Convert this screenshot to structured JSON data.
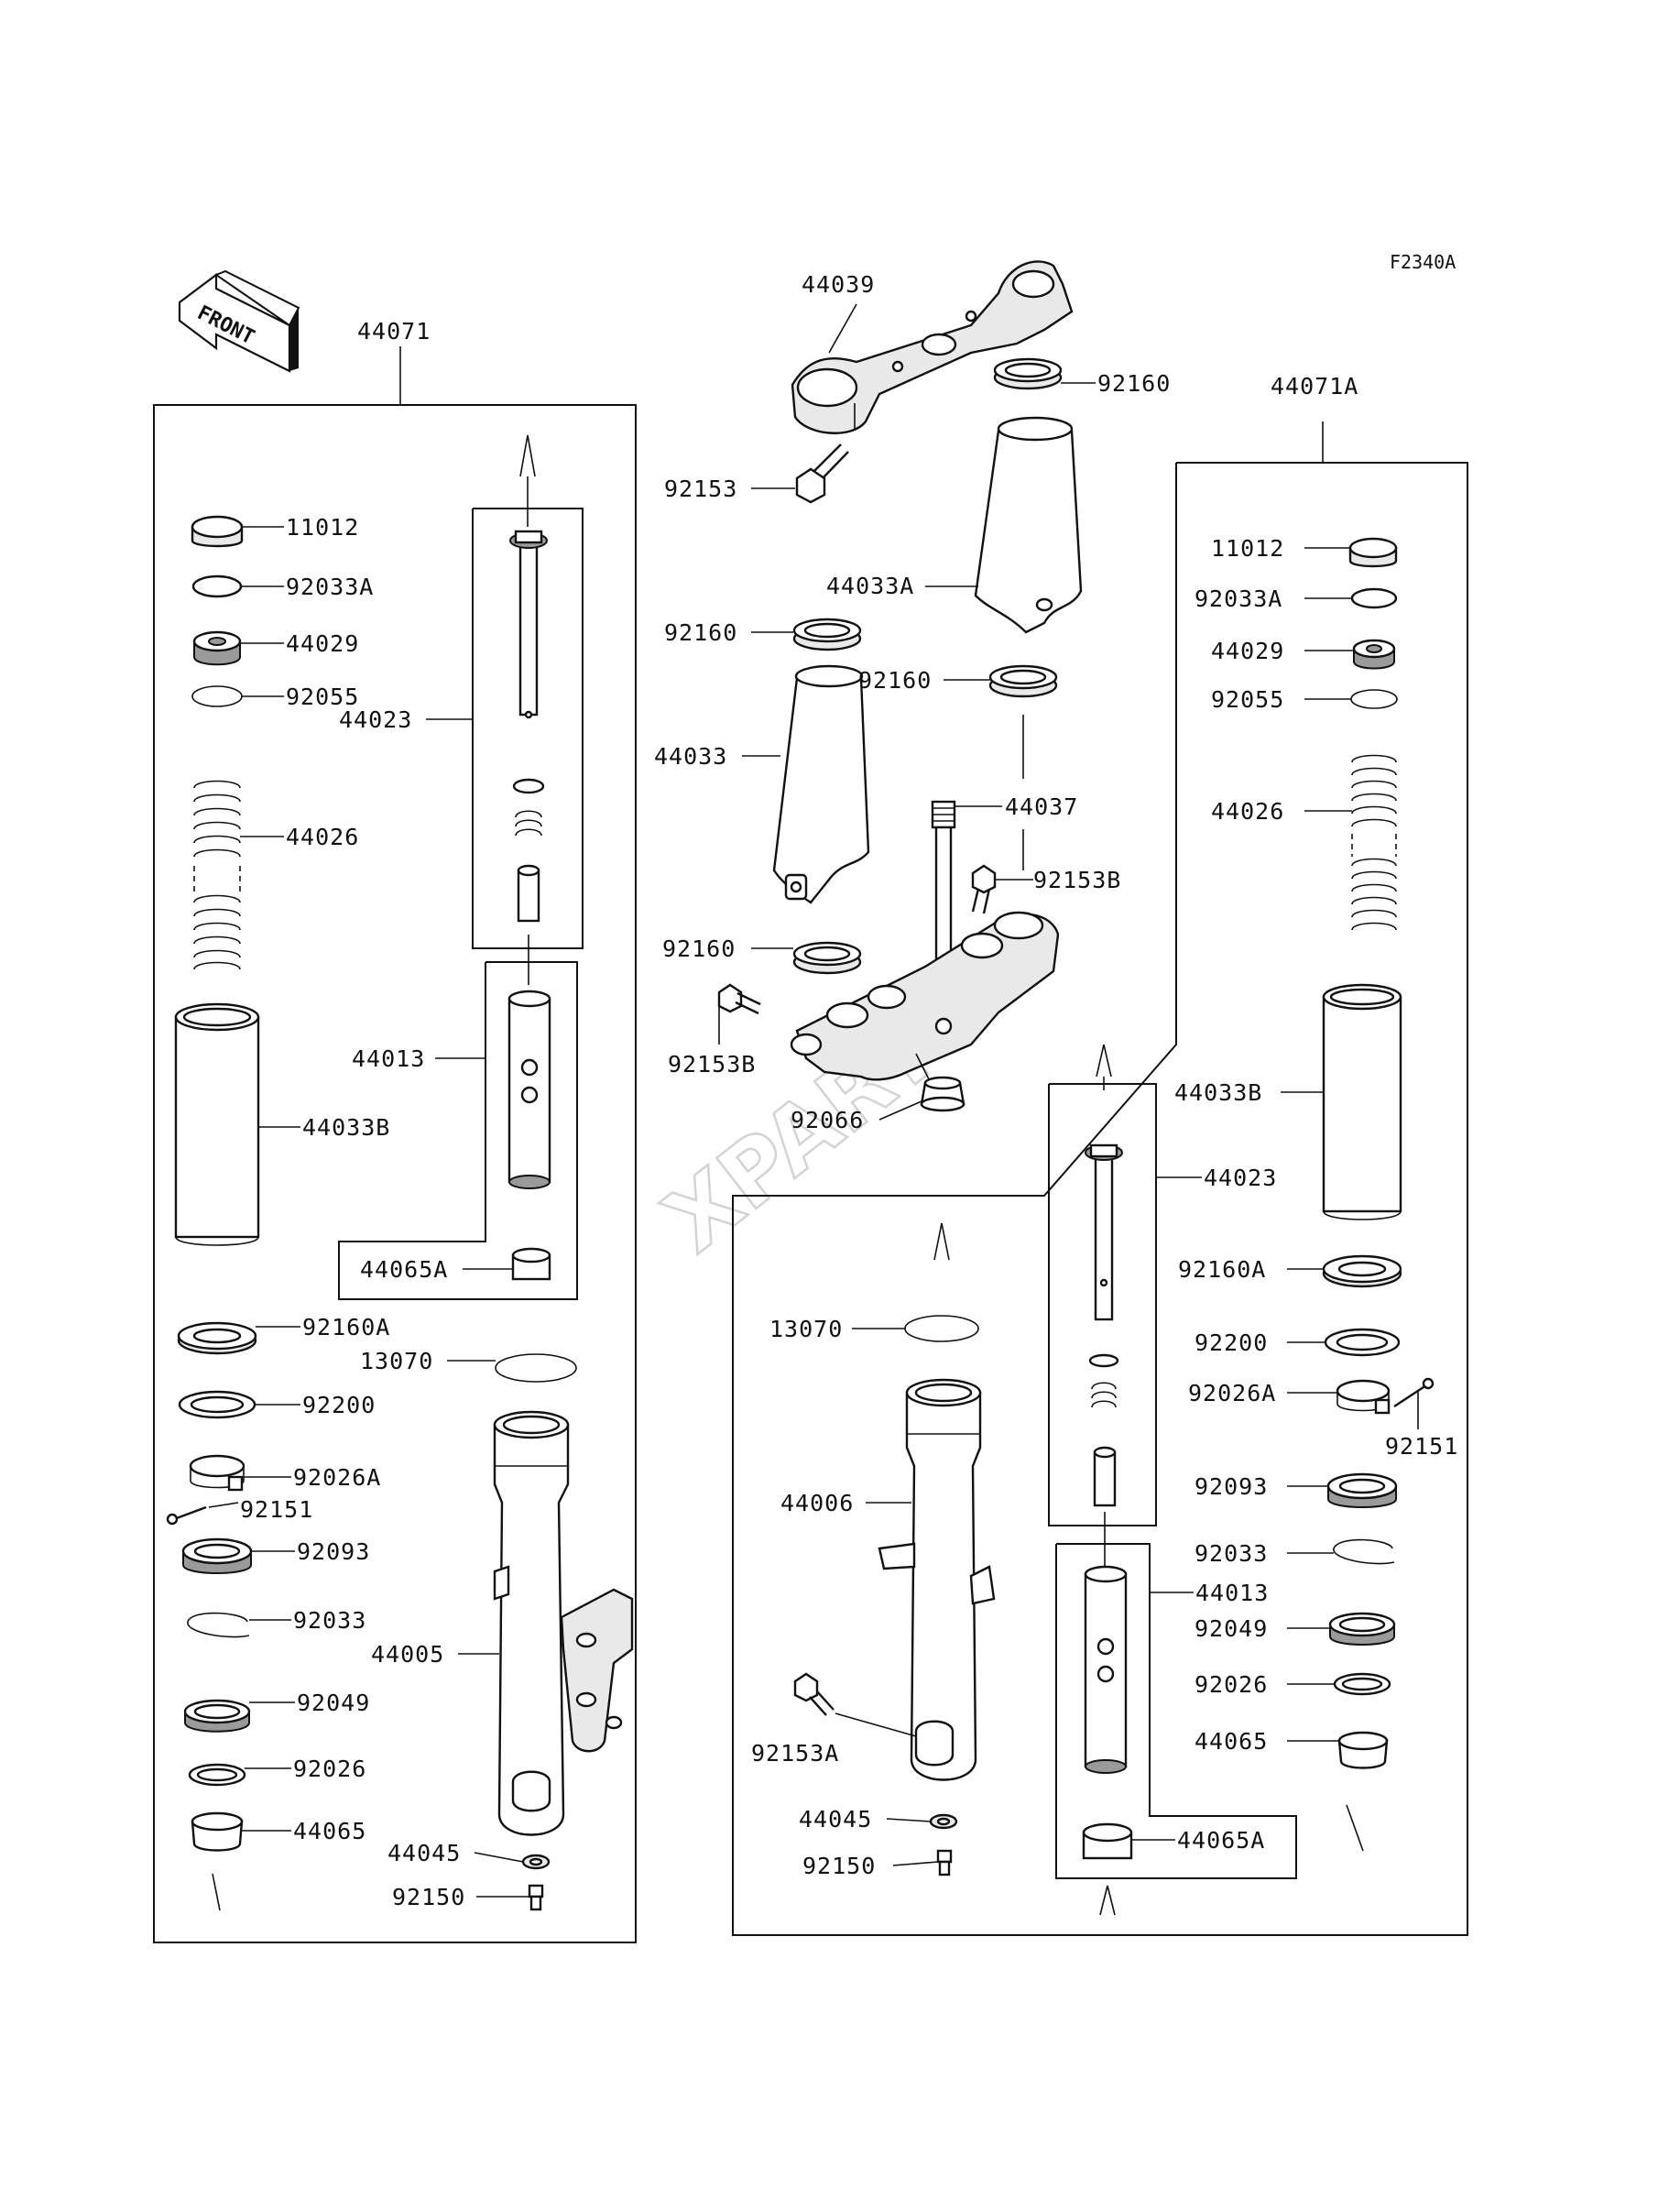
{
  "figure_code": "F2340A",
  "front_label": "FRONT",
  "watermark": "XPARTS",
  "labels": {
    "l44071": "44071",
    "l44071A": "44071A",
    "l44039": "44039",
    "l92160_a": "92160",
    "l92153": "92153",
    "l44033A": "44033A",
    "l92160_b": "92160",
    "l92160_c": "92160",
    "l44033": "44033",
    "l44037": "44037",
    "l92153B_a": "92153B",
    "l92160_d": "92160",
    "l92153B_b": "92153B",
    "l92066": "92066",
    "L11012": "11012",
    "L92033A": "92033A",
    "L44029": "44029",
    "L92055": "92055",
    "L44023": "44023",
    "L44026": "44026",
    "L44013": "44013",
    "L44033B": "44033B",
    "L44065A": "44065A",
    "L92160A": "92160A",
    "L13070": "13070",
    "L92200": "92200",
    "L92026A": "92026A",
    "L92151": "92151",
    "L92093": "92093",
    "L92033": "92033",
    "L44005": "44005",
    "L92049": "92049",
    "L92026": "92026",
    "L44065": "44065",
    "L44045": "44045",
    "L92150": "92150",
    "R11012": "11012",
    "R92033A": "92033A",
    "R44029": "44029",
    "R92055": "92055",
    "R44026": "44026",
    "R44033B": "44033B",
    "R44023": "44023",
    "R92160A": "92160A",
    "R92200": "92200",
    "R92026A": "92026A",
    "R92151": "92151",
    "R92093": "92093",
    "R92033": "92033",
    "R44013": "44013",
    "R92049": "92049",
    "R92026": "92026",
    "R44065": "44065",
    "R44065A": "44065A",
    "R13070": "13070",
    "R44006": "44006",
    "R92153A": "92153A",
    "R44045": "44045",
    "R92150": "92150"
  }
}
